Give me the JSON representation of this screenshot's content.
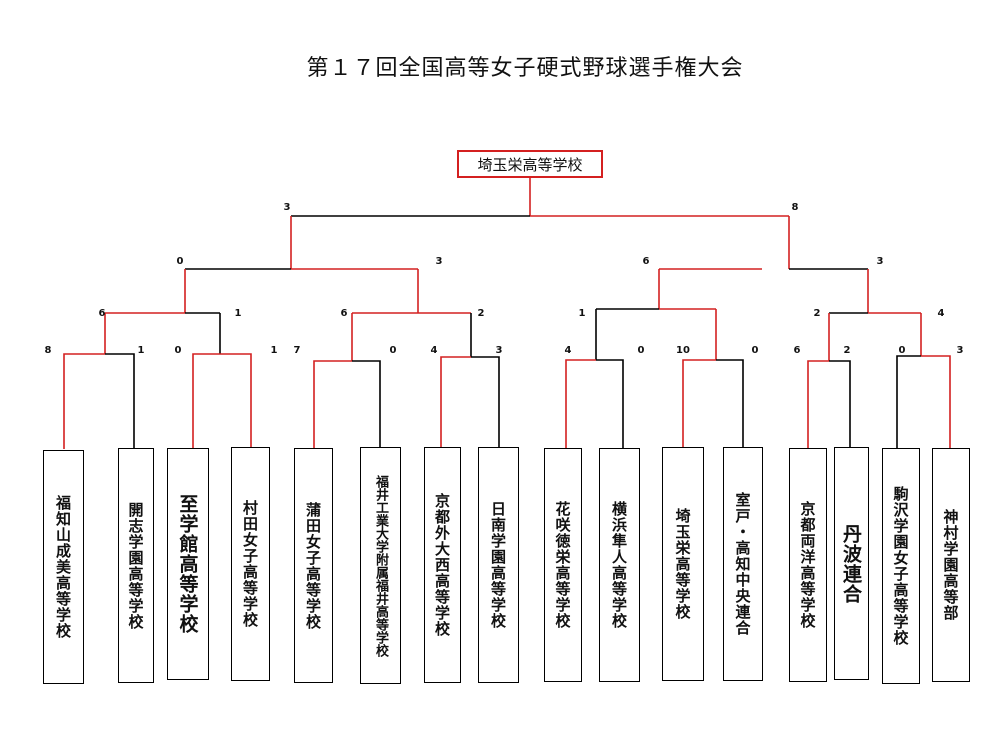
{
  "title": "第１７回全国高等女子硬式野球選手権大会",
  "champion": "埼玉栄高等学校",
  "teams": [
    "福知山成美高等学校",
    "開志学園高等学校",
    "至学館高等学校",
    "村田女子高等学校",
    "蒲田女子高等学校",
    "福井工業大学附属福井高等学校",
    "京都外大西高等学校",
    "日南学園高等学校",
    "花咲徳栄高等学校",
    "横浜隼人高等学校",
    "埼玉栄高等学校",
    "室戸・高知中央連合",
    "京都両洋高等学校",
    "丹波連合",
    "駒沢学園女子高等学校",
    "神村学園高等部"
  ],
  "scores": {
    "r1": [
      "8",
      "1",
      "0",
      "1",
      "7",
      "0",
      "4",
      "3",
      "4",
      "0",
      "10",
      "0",
      "6",
      "2",
      "0",
      "3"
    ],
    "r2": [
      "6",
      "1",
      "6",
      "2",
      "1",
      "",
      "2",
      "4"
    ],
    "r3": [
      "0",
      "3",
      "6",
      "3"
    ],
    "r4": [
      "3",
      "8"
    ]
  },
  "colors": {
    "winner_line": "#d42020",
    "loser_line": "#000000"
  }
}
